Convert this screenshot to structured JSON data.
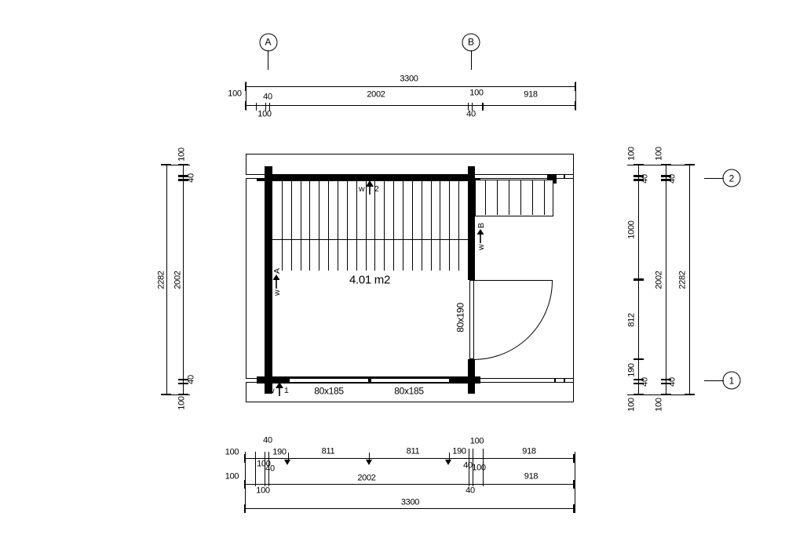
{
  "grid_markers": {
    "a": "A",
    "b": "B",
    "two": "2",
    "one": "1"
  },
  "plan": {
    "area": "4.01 m2",
    "window_left": "80x185",
    "window_right": "80x185",
    "door": "80x190",
    "w1": {
      "prefix": "w",
      "id": "1"
    },
    "w2": {
      "prefix": "w",
      "id": "2"
    },
    "wa": {
      "prefix": "w",
      "id": "A"
    },
    "wb": {
      "prefix": "w",
      "id": "B"
    }
  },
  "dims_top": {
    "overall": "3300",
    "offset_left": "100",
    "wall": "40",
    "interior": "2002",
    "offset_right": "100",
    "terrace": "918",
    "below_left": "100",
    "below_right": "40"
  },
  "dims_left": {
    "overall": "2282",
    "interior": "2002",
    "top_offset": "100",
    "top_wall": "40",
    "bottom_wall": "40",
    "bottom_offset": "100"
  },
  "dims_right": {
    "overall": "2282",
    "interior": "2002",
    "c1_top_offset": "100",
    "c2_top_offset": "100",
    "c1_top_wall": "40",
    "c2_top_wall": "40",
    "seg_1000": "1000",
    "seg_812": "812",
    "seg_190": "190",
    "c1_bottom_wall": "40",
    "c2_bottom_wall": "40",
    "c1_bottom_offset": "100",
    "c2_bottom_offset": "100"
  },
  "dims_bottom": {
    "overall": "3300",
    "r1_offset_left": "100",
    "r1_wall40": "40",
    "r1_190_left": "190",
    "r1_811_left": "811",
    "r1_811_right": "811",
    "r1_190_right": "190",
    "r1_offset100_right": "100",
    "r1_terrace": "918",
    "mid_100_left": "100",
    "mid_40_left": "40",
    "mid_40_right": "40",
    "mid_100_right": "100",
    "r2_offset_left": "100",
    "r2_interior": "2002",
    "r2_terrace": "918",
    "r2_below_100": "100",
    "r2_below_40": "40"
  }
}
